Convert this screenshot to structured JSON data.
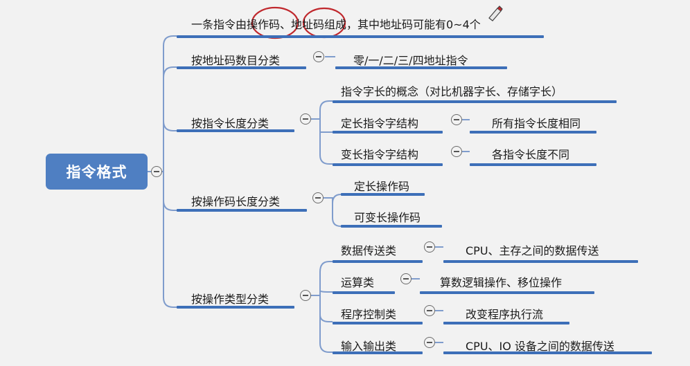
{
  "root": {
    "label": "指令格式"
  },
  "branches": [
    {
      "label": "一条指令由操作码、地址码组成，其中地址码可能有0~4个"
    },
    {
      "label": "按地址码数目分类",
      "children": [
        {
          "label": "零/一/二/三/四地址指令"
        }
      ]
    },
    {
      "label": "按指令长度分类",
      "children": [
        {
          "label": "指令字长的概念（对比机器字长、存储字长）"
        },
        {
          "label": "定长指令字结构",
          "detail": "所有指令长度相同"
        },
        {
          "label": "变长指令字结构",
          "detail": "各指令长度不同"
        }
      ]
    },
    {
      "label": "按操作码长度分类",
      "children": [
        {
          "label": "定长操作码"
        },
        {
          "label": "可变长操作码"
        }
      ]
    },
    {
      "label": "按操作类型分类",
      "children": [
        {
          "label": "数据传送类",
          "detail": "CPU、主存之间的数据传送"
        },
        {
          "label": "运算类",
          "detail": "算数逻辑操作、移位操作"
        },
        {
          "label": "程序控制类",
          "detail": "改变程序执行流"
        },
        {
          "label": "输入输出类",
          "detail": "CPU、IO 设备之间的数据传送"
        }
      ]
    }
  ],
  "colors": {
    "root": "#4f7fc2",
    "underline": "#3d6fb8",
    "connector": "#7f9ccc",
    "annotation": "#c0282d"
  }
}
